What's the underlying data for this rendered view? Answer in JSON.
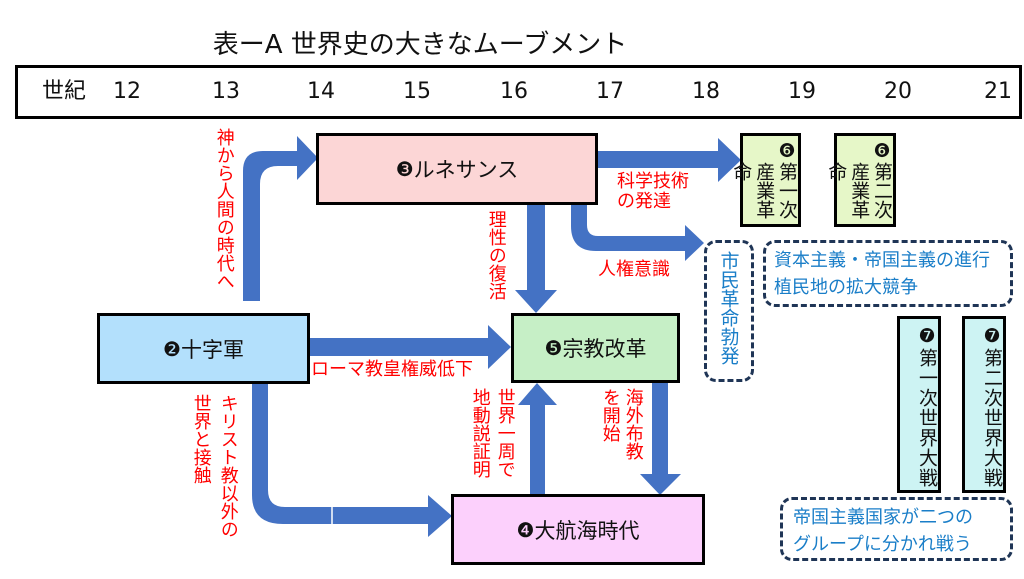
{
  "title": "表ーA 世界史の大きなムーブメント",
  "century_bar": {
    "label": "世紀",
    "centuries": [
      "12",
      "13",
      "14",
      "15",
      "16",
      "17",
      "18",
      "19",
      "20",
      "21"
    ]
  },
  "nodes": {
    "crusades": {
      "number": "❷",
      "label": "十字軍",
      "fill": "#b3e0fc"
    },
    "renaissance": {
      "number": "❸",
      "label": "ルネサンス",
      "fill": "#fcd6d6"
    },
    "age_of_discovery": {
      "number": "❹",
      "label": "大航海時代",
      "fill": "#fcd0fc"
    },
    "reformation": {
      "number": "❺",
      "label": "宗教改革",
      "fill": "#c6efc6"
    },
    "industrial_revolution_1": {
      "number": "❻",
      "label": "第一次産業革命",
      "fill": "#e6f7c8"
    },
    "industrial_revolution_2": {
      "number": "❻",
      "label": "第二次産業革命",
      "fill": "#e6f7c8"
    },
    "world_war_1": {
      "number": "❼",
      "label": "第一次世界大戦",
      "fill": "#cdf3f3"
    },
    "world_war_2": {
      "number": "❼",
      "label": "第二次世界大戦",
      "fill": "#cdf3f3"
    }
  },
  "notes": {
    "civil_revolution": "市民革命勃発",
    "capitalism_line1": "資本主義・帝国主義の進行",
    "capitalism_line2": "植民地の拡大競争",
    "imperialism_line1": "帝国主義国家が二つの",
    "imperialism_line2": "グループに分かれ戦う"
  },
  "arrow_labels": {
    "god_to_human": "神から人間の時代へ",
    "science_line1": "科学技術",
    "science_line2": "の発達",
    "human_rights": "人権意識",
    "reason_revival": "理性の復活",
    "papal_decline": "ローマ教皇権威低下",
    "non_christian_col1": "キリスト教以外の",
    "non_christian_col2": "世界と接触",
    "circumnavigation_col1": "世界一周で",
    "circumnavigation_col2": "地動説証明",
    "mission_col1": "海外布教",
    "mission_col2": "を開始"
  },
  "colors": {
    "arrow": "#4472c4",
    "arrow_label": "#ff0000",
    "note_text": "#1a7ec8",
    "note_border": "#1f3556"
  }
}
